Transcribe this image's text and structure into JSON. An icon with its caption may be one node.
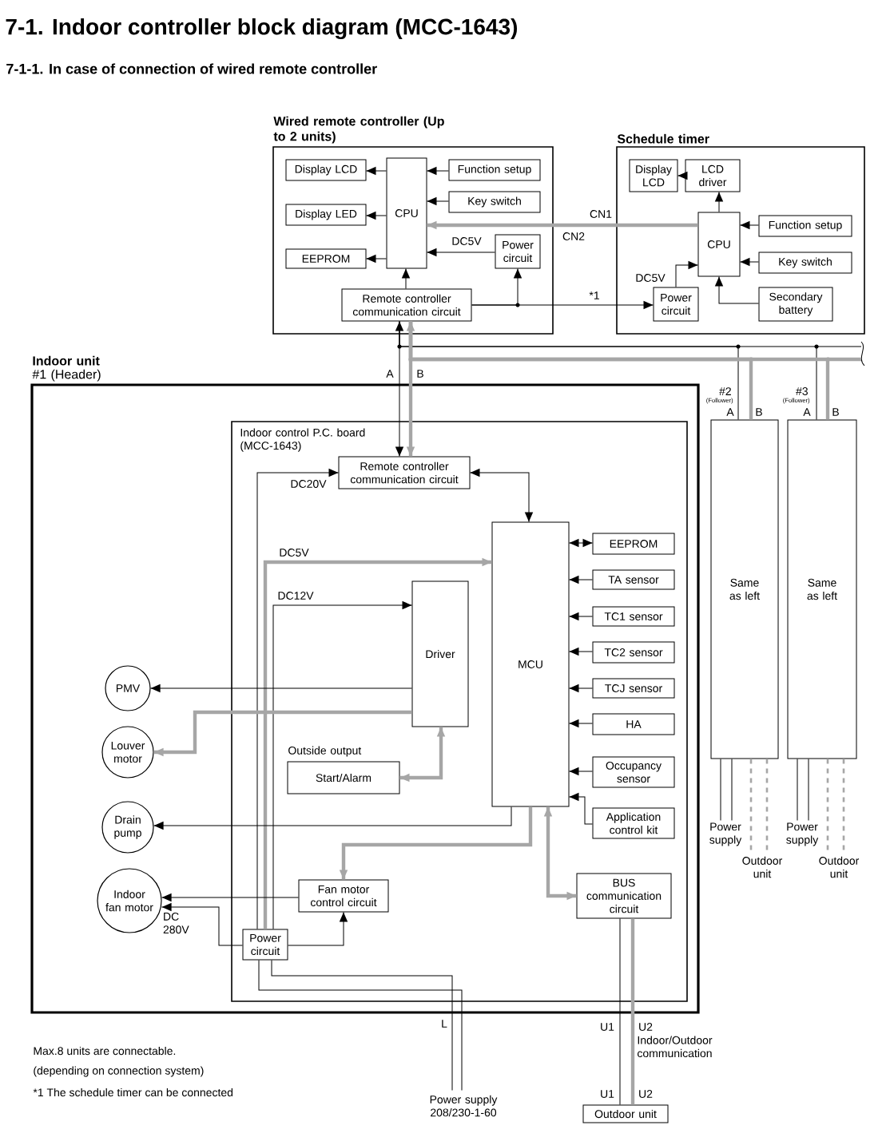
{
  "diagram": {
    "title": "7-1. Indoor controller block diagram (MCC-1643)",
    "nodes": [
      {
        "text": [
          "Wired remote controller (Up to 2 units)"
        ]
      },
      {
        "text": [
          "Display LCD"
        ],
        "in": 0
      },
      {
        "text": [
          "Display LED"
        ],
        "in": 0
      },
      {
        "text": [
          "EEPROM"
        ],
        "in": 0
      },
      {
        "text": [
          "CPU"
        ],
        "in": 0
      },
      {
        "text": [
          "Function setup"
        ],
        "in": 0
      },
      {
        "text": [
          "Key switch"
        ],
        "in": 0
      },
      {
        "text": [
          "Power circuit"
        ],
        "in": 0
      },
      {
        "text": [
          "Remote controller communication circuit"
        ],
        "in": 0
      },
      {
        "text": [
          "Schedule timer"
        ]
      },
      {
        "text": [
          "Display LCD"
        ],
        "in": 9
      },
      {
        "text": [
          "LCD driver"
        ],
        "in": 9
      },
      {
        "text": [
          "CPU"
        ],
        "in": 9
      },
      {
        "text": [
          "Function setup"
        ],
        "in": 9
      },
      {
        "text": [
          "Key switch"
        ],
        "in": 9
      },
      {
        "text": [
          "Power circuit"
        ],
        "in": 9
      },
      {
        "text": [
          "Secondary battery"
        ],
        "in": 9
      },
      {
        "text": [
          "Indoor unit",
          "#1 (Header)"
        ]
      },
      {
        "text": [
          "Indoor control P.C. board (MCC-1643)"
        ],
        "in": 17
      },
      {
        "text": [
          "Remote controller communication circuit"
        ],
        "in": 18
      },
      {
        "text": [
          "MCU"
        ],
        "in": 18
      },
      {
        "text": [
          "EEPROM"
        ],
        "in": 18
      },
      {
        "text": [
          "TA sensor"
        ],
        "in": 18
      },
      {
        "text": [
          "TC1 sensor"
        ],
        "in": 18
      },
      {
        "text": [
          "TC2 sensor"
        ],
        "in": 18
      },
      {
        "text": [
          "TCJ sensor"
        ],
        "in": 18
      },
      {
        "text": [
          "HA"
        ],
        "in": 18
      },
      {
        "text": [
          "Occupancy sensor"
        ],
        "in": 18
      },
      {
        "text": [
          "Application control kit"
        ],
        "in": 18
      },
      {
        "text": [
          "BUS communication circuit"
        ],
        "in": 18
      },
      {
        "text": [
          "Driver"
        ],
        "in": 18
      },
      {
        "text": [
          "Outside output",
          "Start/Alarm"
        ],
        "in": 18
      },
      {
        "text": [
          "PMV"
        ],
        "in": 17
      },
      {
        "text": [
          "Louver motor"
        ],
        "in": 17
      },
      {
        "text": [
          "Drain pump"
        ],
        "in": 17
      },
      {
        "text": [
          "Indoor fan motor"
        ],
        "in": 17
      },
      {
        "text": [
          "Fan motor control circuit"
        ],
        "in": 18
      },
      {
        "text": [
          "Power circuit"
        ],
        "in": 18
      },
      {
        "text": [
          "#2",
          "(Follower)",
          "Same as left"
        ]
      },
      {
        "text": [
          "#3",
          "(Follower)",
          "Same as left"
        ]
      },
      {
        "text": [
          "Outdoor unit"
        ]
      },
      {
        "text": [
          "Power supply 208/230-1-60"
        ]
      },
      {
        "text": [
          "Power supply"
        ]
      },
      {
        "text": [
          "Outdoor unit"
        ]
      },
      {
        "text": [
          "Power supply"
        ]
      },
      {
        "text": [
          "Outdoor unit"
        ]
      }
    ],
    "edges": [
      {
        "from": 4,
        "to": 1,
        "arrow": "to"
      },
      {
        "from": 4,
        "to": 2,
        "arrow": "to"
      },
      {
        "from": 4,
        "to": 3,
        "arrow": "to"
      },
      {
        "from": 5,
        "to": 4,
        "arrow": "to"
      },
      {
        "from": 6,
        "to": 4,
        "arrow": "to"
      },
      {
        "from": 7,
        "to": 4,
        "arrow": "to",
        "label": "DC5V"
      },
      {
        "from": 8,
        "to": 4,
        "arrow": "to"
      },
      {
        "from": 8,
        "to": 7,
        "arrow": "to"
      },
      {
        "from": 8,
        "to": 15,
        "arrow": "to",
        "label": "*1"
      },
      {
        "from": 12,
        "to": 4,
        "arrow": "to",
        "label": "CN1",
        "style": "thick",
        "color": "#a6a6a6"
      },
      {
        "from": 11,
        "to": 10,
        "arrow": "to"
      },
      {
        "from": 12,
        "to": 11,
        "arrow": "to"
      },
      {
        "from": 13,
        "to": 12,
        "arrow": "to"
      },
      {
        "from": 14,
        "to": 12,
        "arrow": "to"
      },
      {
        "from": 15,
        "to": 12,
        "arrow": "to",
        "label": "DC5V"
      },
      {
        "from": 16,
        "to": 12,
        "arrow": "to"
      },
      {
        "from": 8,
        "to": 19,
        "arrow": "both",
        "label": "A"
      },
      {
        "from": 8,
        "to": 19,
        "arrow": "both",
        "label": "B",
        "style": "thick",
        "color": "#a6a6a6"
      },
      {
        "from": 8,
        "to": 38,
        "arrow": "none"
      },
      {
        "from": 8,
        "to": 38,
        "arrow": "none",
        "style": "thick",
        "color": "#a6a6a6"
      },
      {
        "from": 8,
        "to": 39,
        "arrow": "none"
      },
      {
        "from": 8,
        "to": 39,
        "arrow": "none",
        "style": "thick",
        "color": "#a6a6a6"
      },
      {
        "from": 19,
        "to": 20,
        "arrow": "both"
      },
      {
        "from": 37,
        "to": 19,
        "arrow": "to",
        "label": "DC20V"
      },
      {
        "from": 37,
        "to": 20,
        "arrow": "to",
        "label": "DC5V",
        "style": "thick",
        "color": "#a6a6a6"
      },
      {
        "from": 37,
        "to": 30,
        "arrow": "to",
        "label": "DC12V"
      },
      {
        "from": 30,
        "to": 32,
        "arrow": "to"
      },
      {
        "from": 30,
        "to": 33,
        "arrow": "to",
        "style": "thick",
        "color": "#a6a6a6"
      },
      {
        "from": 30,
        "to": 31,
        "arrow": "both",
        "style": "thick",
        "color": "#a6a6a6"
      },
      {
        "from": 20,
        "to": 34,
        "arrow": "to"
      },
      {
        "from": 20,
        "to": 36,
        "arrow": "to",
        "style": "thick",
        "color": "#a6a6a6"
      },
      {
        "from": 36,
        "to": 35,
        "arrow": "to"
      },
      {
        "from": 37,
        "to": 35,
        "arrow": "to",
        "label": "DC 280V"
      },
      {
        "from": 37,
        "to": 36,
        "arrow": "to"
      },
      {
        "from": 20,
        "to": 29,
        "arrow": "both",
        "style": "thick",
        "color": "#a6a6a6"
      },
      {
        "from": 21,
        "to": 20,
        "arrow": "both"
      },
      {
        "from": 22,
        "to": 20,
        "arrow": "to"
      },
      {
        "from": 23,
        "to": 20,
        "arrow": "to"
      },
      {
        "from": 24,
        "to": 20,
        "arrow": "to"
      },
      {
        "from": 25,
        "to": 20,
        "arrow": "to"
      },
      {
        "from": 26,
        "to": 20,
        "arrow": "to"
      },
      {
        "from": 27,
        "to": 20,
        "arrow": "to"
      },
      {
        "from": 28,
        "to": 20,
        "arrow": "to"
      },
      {
        "from": 29,
        "to": 40,
        "arrow": "none",
        "label": "U1"
      },
      {
        "from": 29,
        "to": 40,
        "arrow": "none",
        "label": "U2",
        "style": "thick",
        "color": "#a6a6a6"
      },
      {
        "from": 37,
        "to": 41,
        "arrow": "none",
        "label": "L"
      },
      {
        "from": 37,
        "to": 41,
        "arrow": "none"
      },
      {
        "from": 38,
        "to": 42,
        "arrow": "none"
      },
      {
        "from": 38,
        "to": 42,
        "arrow": "none"
      },
      {
        "from": 38,
        "to": 43,
        "arrow": "none",
        "style": "dashed",
        "color": "#a6a6a6"
      },
      {
        "from": 38,
        "to": 43,
        "arrow": "none",
        "style": "dashed",
        "color": "#a6a6a6"
      },
      {
        "from": 39,
        "to": 44,
        "arrow": "none"
      },
      {
        "from": 39,
        "to": 44,
        "arrow": "none"
      },
      {
        "from": 39,
        "to": 45,
        "arrow": "none",
        "style": "dashed",
        "color": "#a6a6a6"
      },
      {
        "from": 39,
        "to": 45,
        "arrow": "none",
        "style": "dashed",
        "color": "#a6a6a6"
      }
    ],
    "labels": [
      "7-1-1. In case of connection of wired remote controller",
      "CN2",
      "A",
      "B",
      "A",
      "B",
      "Indoor/Outdoor communication",
      "Max.8 units are connectable.",
      "(depending on connection system)",
      "*1 The schedule timer can be connected",
      "U1",
      "U2"
    ]
  }
}
